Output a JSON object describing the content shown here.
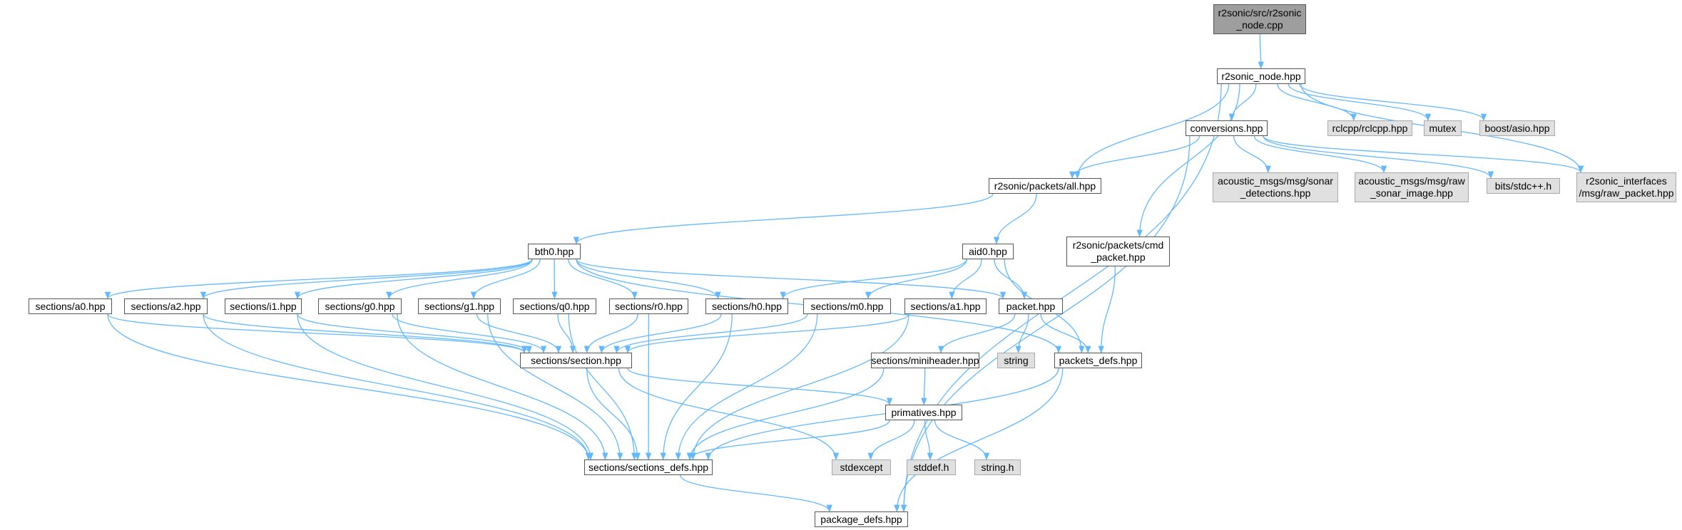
{
  "colors": {
    "edge": "#63b8ff",
    "ext_fill": "#e0e0e0",
    "root_fill": "#9e9e9e"
  },
  "nodes": {
    "root": "r2sonic/src/r2sonic\n_node.cpp",
    "r2sonic_node": "r2sonic_node.hpp",
    "conversions": "conversions.hpp",
    "rclcpp": "rclcpp/rclcpp.hpp",
    "mutex": "mutex",
    "boost_asio": "boost/asio.hpp",
    "all": "r2sonic/packets/all.hpp",
    "sonar_det": "acoustic_msgs/msg/sonar\n_detections.hpp",
    "raw_sonar": "acoustic_msgs/msg/raw\n_sonar_image.hpp",
    "bits": "bits/stdc++.h",
    "r2_iface": "r2sonic_interfaces\n/msg/raw_packet.hpp",
    "bth0": "bth0.hpp",
    "aid0": "aid0.hpp",
    "cmd_packet": "r2sonic/packets/cmd\n_packet.hpp",
    "a0": "sections/a0.hpp",
    "a2": "sections/a2.hpp",
    "i1": "sections/i1.hpp",
    "g0": "sections/g0.hpp",
    "g1": "sections/g1.hpp",
    "q0": "sections/q0.hpp",
    "r0": "sections/r0.hpp",
    "h0": "sections/h0.hpp",
    "m0": "sections/m0.hpp",
    "a1": "sections/a1.hpp",
    "packet": "packet.hpp",
    "section": "sections/section.hpp",
    "string": "string",
    "miniheader": "sections/miniheader.hpp",
    "packets_defs": "packets_defs.hpp",
    "primatives": "primatives.hpp",
    "sections_defs": "sections/sections_defs.hpp",
    "stdexcept": "stdexcept",
    "stddef": "stddef.h",
    "string_h": "string.h",
    "package_defs": "package_defs.hpp"
  },
  "external_nodes": [
    "rclcpp",
    "mutex",
    "boost_asio",
    "sonar_det",
    "raw_sonar",
    "bits",
    "r2_iface",
    "string",
    "stdexcept",
    "stddef",
    "string_h"
  ],
  "edges": [
    [
      "root",
      "r2sonic_node"
    ],
    [
      "r2sonic_node",
      "package_defs"
    ],
    [
      "r2sonic_node",
      "all"
    ],
    [
      "r2sonic_node",
      "cmd_packet"
    ],
    [
      "r2sonic_node",
      "conversions"
    ],
    [
      "r2sonic_node",
      "rclcpp"
    ],
    [
      "r2sonic_node",
      "mutex"
    ],
    [
      "r2sonic_node",
      "boost_asio"
    ],
    [
      "r2sonic_node",
      "r2_iface"
    ],
    [
      "conversions",
      "all"
    ],
    [
      "conversions",
      "sonar_det"
    ],
    [
      "conversions",
      "raw_sonar"
    ],
    [
      "conversions",
      "bits"
    ],
    [
      "conversions",
      "r2_iface"
    ],
    [
      "conversions",
      "package_defs"
    ],
    [
      "all",
      "bth0"
    ],
    [
      "all",
      "aid0"
    ],
    [
      "bth0",
      "a0"
    ],
    [
      "bth0",
      "a2"
    ],
    [
      "bth0",
      "i1"
    ],
    [
      "bth0",
      "g0"
    ],
    [
      "bth0",
      "g1"
    ],
    [
      "bth0",
      "q0"
    ],
    [
      "bth0",
      "r0"
    ],
    [
      "bth0",
      "h0"
    ],
    [
      "bth0",
      "packet"
    ],
    [
      "bth0",
      "packets_defs"
    ],
    [
      "aid0",
      "h0"
    ],
    [
      "aid0",
      "m0"
    ],
    [
      "aid0",
      "a1"
    ],
    [
      "aid0",
      "packet"
    ],
    [
      "aid0",
      "packets_defs"
    ],
    [
      "cmd_packet",
      "packets_defs"
    ],
    [
      "a0",
      "section"
    ],
    [
      "a0",
      "sections_defs"
    ],
    [
      "a2",
      "section"
    ],
    [
      "a2",
      "sections_defs"
    ],
    [
      "i1",
      "section"
    ],
    [
      "i1",
      "sections_defs"
    ],
    [
      "g0",
      "section"
    ],
    [
      "g0",
      "sections_defs"
    ],
    [
      "g1",
      "section"
    ],
    [
      "g1",
      "sections_defs"
    ],
    [
      "q0",
      "section"
    ],
    [
      "q0",
      "sections_defs"
    ],
    [
      "r0",
      "section"
    ],
    [
      "r0",
      "sections_defs"
    ],
    [
      "h0",
      "section"
    ],
    [
      "h0",
      "sections_defs"
    ],
    [
      "m0",
      "section"
    ],
    [
      "m0",
      "sections_defs"
    ],
    [
      "a1",
      "section"
    ],
    [
      "a1",
      "sections_defs"
    ],
    [
      "packet",
      "string"
    ],
    [
      "packet",
      "miniheader"
    ],
    [
      "packet",
      "packets_defs"
    ],
    [
      "section",
      "primatives"
    ],
    [
      "section",
      "sections_defs"
    ],
    [
      "section",
      "stdexcept"
    ],
    [
      "miniheader",
      "primatives"
    ],
    [
      "miniheader",
      "sections_defs"
    ],
    [
      "packets_defs",
      "sections_defs"
    ],
    [
      "packets_defs",
      "package_defs"
    ],
    [
      "primatives",
      "sections_defs"
    ],
    [
      "primatives",
      "stdexcept"
    ],
    [
      "primatives",
      "stddef"
    ],
    [
      "primatives",
      "string_h"
    ],
    [
      "sections_defs",
      "package_defs"
    ]
  ]
}
